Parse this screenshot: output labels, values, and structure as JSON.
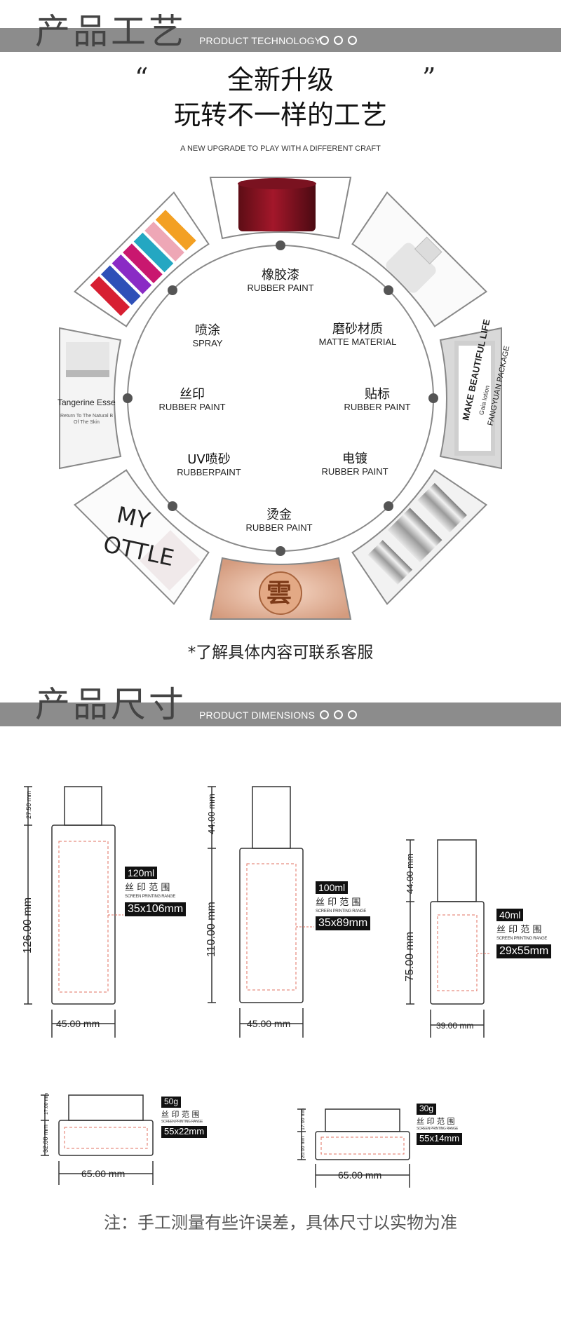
{
  "technology": {
    "title": "产品工艺",
    "subtitle": "PRODUCT TECHNOLOGY",
    "open_quote": "“",
    "close_quote": "”",
    "headline_line1": "全新升级",
    "headline_line2": "玩转不一样的工艺",
    "tagline": "A NEW UPGRADE TO PLAY WITH A DIFFERENT CRAFT",
    "crafts": [
      {
        "cn": "橡胶漆",
        "en": "RUBBER PAINT"
      },
      {
        "cn": "磨砂材质",
        "en": "MATTE MATERIAL"
      },
      {
        "cn": "贴标",
        "en": "RUBBER PAINT"
      },
      {
        "cn": "电镀",
        "en": "RUBBER PAINT"
      },
      {
        "cn": "烫金",
        "en": "RUBBER PAINT"
      },
      {
        "cn": "UV喷砂",
        "en": "RUBBERPAINT"
      },
      {
        "cn": "丝印",
        "en": "RUBBER PAINT"
      },
      {
        "cn": "喷涂",
        "en": "SPRAY"
      }
    ],
    "photo_texts": {
      "label_bottle": "MAKE BEAUTIFUL LIFE",
      "label_bottle_sub": "FANGYUAN PACKAGE",
      "label_bottle_small": "Gaia lotion",
      "tangerine": "Tangerine Esse",
      "tangerine_sub1": "Return To The Natural B",
      "tangerine_sub2": "Of The Skin",
      "my_bottle": "MY",
      "my_bottle2": "OTTLE",
      "stamp": "雲"
    },
    "note": "*了解具体内容可联系客服"
  },
  "dimensions": {
    "title": "产品尺寸",
    "subtitle": "PRODUCT DIMENSIONS",
    "screen_label": "丝 印 范 围",
    "screen_label_en": "SCREEN PRINTING RANGE",
    "items": [
      {
        "volume": "120ml",
        "range": "35x106mm",
        "cap_h": "27.50 mm",
        "body_h": "126.00 mm",
        "width": "45.00 mm"
      },
      {
        "volume": "100ml",
        "range": "35x89mm",
        "cap_h": "44.00 mm",
        "body_h": "110.00 mm",
        "width": "45.00 mm"
      },
      {
        "volume": "40ml",
        "range": "29x55mm",
        "cap_h": "44.00 mm",
        "body_h": "75.00 mm",
        "width": "39.00 mm"
      },
      {
        "volume": "50g",
        "range": "55x22mm",
        "cap_h": "17.00 mm",
        "body_h": "32.00 mm",
        "width": "65.00 mm"
      },
      {
        "volume": "30g",
        "range": "55x14mm",
        "cap_h": "17.00 mm",
        "body_h": "20.00 mm",
        "width": "65.00 mm"
      }
    ],
    "note": "注：手工测量有些许误差，具体尺寸以实物为准"
  }
}
